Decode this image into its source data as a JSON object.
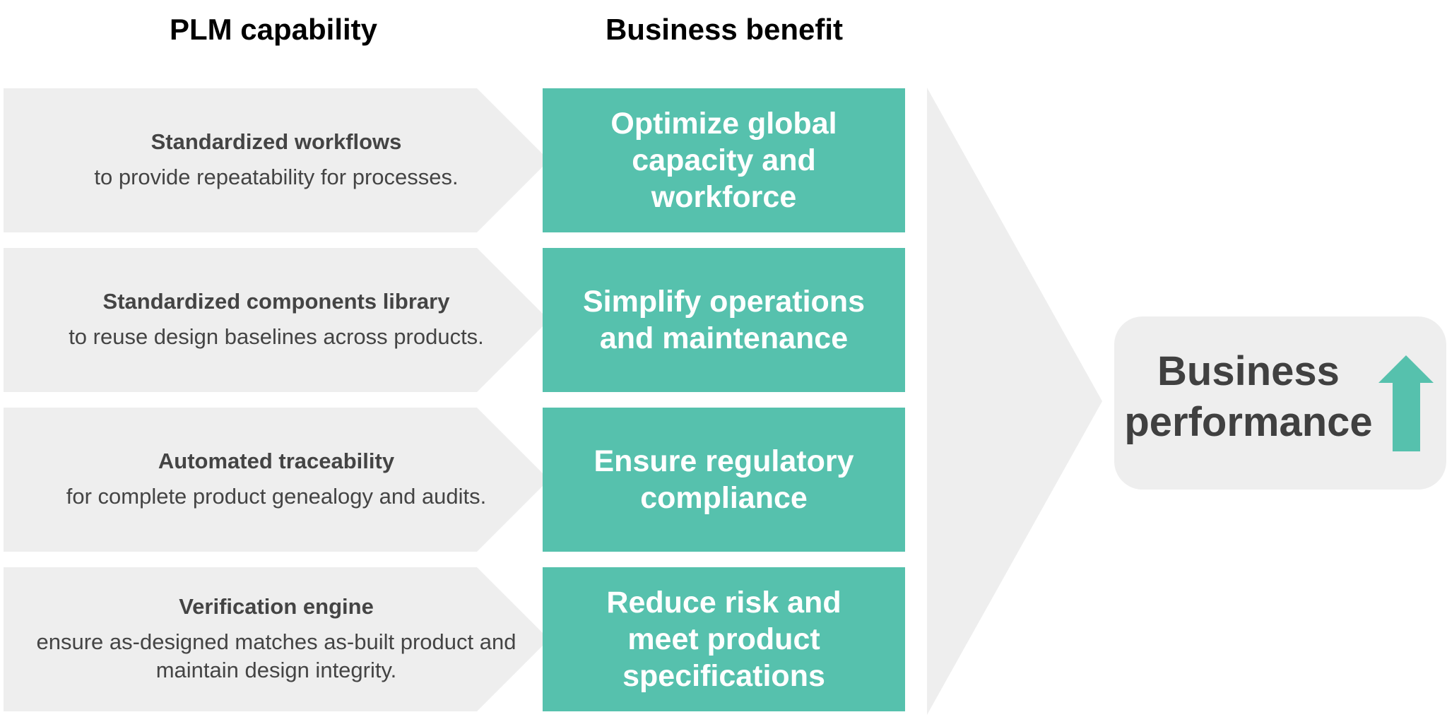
{
  "headers": {
    "capability": "PLM capability",
    "benefit": "Business benefit"
  },
  "rows": [
    {
      "title": "Standardized workflows",
      "desc": "to provide repeatability for processes.",
      "benefit": "Optimize global capacity and workforce"
    },
    {
      "title": "Standardized components library",
      "desc": "to reuse design baselines across products.",
      "benefit": "Simplify operations and maintenance"
    },
    {
      "title": "Automated traceability",
      "desc": "for complete product genealogy and audits.",
      "benefit": "Ensure regulatory compliance"
    },
    {
      "title": "Verification engine",
      "desc": "ensure as-designed matches as-built product and maintain design integrity.",
      "benefit": "Reduce risk and meet product specifications"
    }
  ],
  "outcome": {
    "label": "Business performance",
    "icon": "arrow-up-icon"
  },
  "colors": {
    "teal": "#56c1ad",
    "gray": "#eeeeee",
    "text": "#444444"
  }
}
